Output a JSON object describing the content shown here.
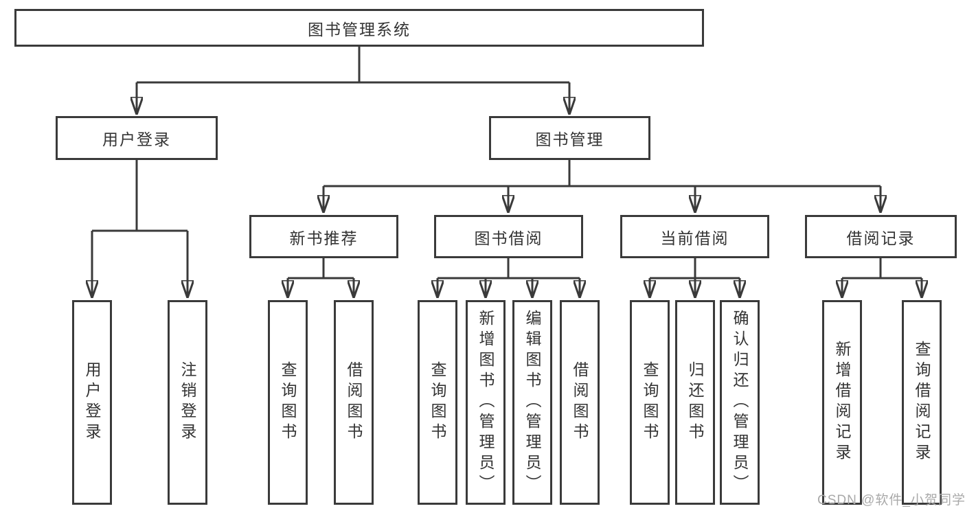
{
  "tree": {
    "label": "图书管理系统",
    "children": [
      {
        "label": "用户登录",
        "children": [
          {
            "label": "用户登录"
          },
          {
            "label": "注销登录"
          }
        ]
      },
      {
        "label": "图书管理",
        "children": [
          {
            "label": "新书推荐",
            "children": [
              {
                "label": "查询图书"
              },
              {
                "label": "借阅图书"
              }
            ]
          },
          {
            "label": "图书借阅",
            "children": [
              {
                "label": "查询图书"
              },
              {
                "label": "新增图书（管理员）"
              },
              {
                "label": "编辑图书（管理员）"
              },
              {
                "label": "借阅图书"
              }
            ]
          },
          {
            "label": "当前借阅",
            "children": [
              {
                "label": "查询图书"
              },
              {
                "label": "归还图书"
              },
              {
                "label": "确认归还（管理员）"
              }
            ]
          },
          {
            "label": "借阅记录",
            "children": [
              {
                "label": "新增借阅记录"
              },
              {
                "label": "查询借阅记录"
              }
            ]
          }
        ]
      }
    ]
  },
  "watermark": "CSDN @软件_小贺同学",
  "colors": {
    "line": "#3a3a3a",
    "box_border": "#3a3a3a",
    "text": "#333333",
    "watermark": "#a9a9a9",
    "background": "#ffffff"
  }
}
